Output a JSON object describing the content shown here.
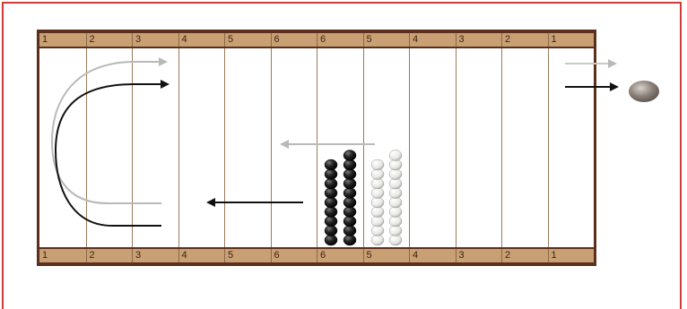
{
  "lanes_top": [
    "1",
    "2",
    "3",
    "4",
    "5",
    "6",
    "6",
    "5",
    "4",
    "3",
    "2",
    "1"
  ],
  "lanes_bottom": [
    "1",
    "2",
    "3",
    "4",
    "5",
    "6",
    "6",
    "5",
    "4",
    "3",
    "2",
    "1"
  ],
  "colors": {
    "frame": "#d23a3a",
    "board_border": "#5a2f1e",
    "number_strip": "#c9a073",
    "black_stone": "#1c1c1c",
    "white_stone": "#f4f4f2",
    "dark_arrow": "#111111",
    "light_arrow": "#b9b9b9"
  },
  "stone_columns": [
    {
      "name": "black-stones",
      "color": "black",
      "count": 9
    },
    {
      "name": "black-stones-2",
      "color": "black",
      "count": 10
    },
    {
      "name": "white-stones",
      "color": "white",
      "count": 9
    },
    {
      "name": "white-stones-2",
      "color": "white",
      "count": 10
    }
  ]
}
